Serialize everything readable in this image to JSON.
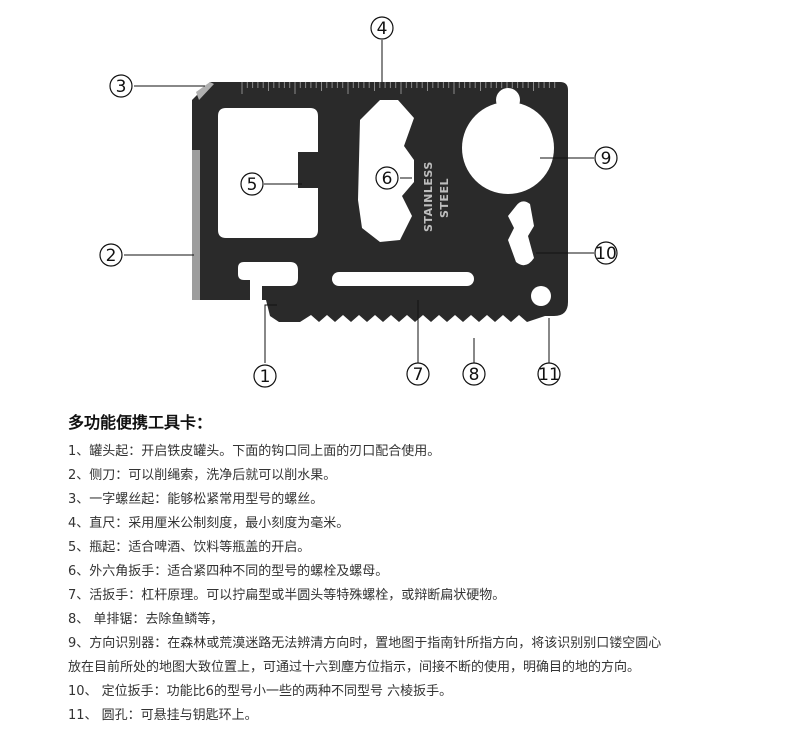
{
  "card": {
    "stamp_line1": "STAINLESS",
    "stamp_line2": "STEEL",
    "color": "#2b2b2b",
    "edge_color": "#9c9c9c"
  },
  "callouts": [
    "1",
    "2",
    "3",
    "4",
    "5",
    "6",
    "7",
    "8",
    "9",
    "10",
    "11"
  ],
  "description": {
    "heading": "多功能便携工具卡：",
    "lines": [
      "1、罐头起：开启铁皮罐头。下面的钩口同上面的刃口配合使用。",
      "2、侧刀：可以削绳索，洗净后就可以削水果。",
      "3、一字螺丝起：能够松紧常用型号的螺丝。",
      "4、直尺：采用厘米公制刻度，最小刻度为毫米。",
      "5、瓶起：适合啤酒、饮料等瓶盖的开启。",
      "6、外六角扳手：适合紧四种不同的型号的螺栓及螺母。",
      "7、活扳手：杠杆原理。可以拧扁型或半圆头等特殊螺栓，或辩断扁状硬物。",
      "8、 单排锯：去除鱼鳞等，",
      "9、方向识别器：在森林或荒漠迷路无法辨清方向时，置地图于指南针所指方向，将该识别别口镂空圆心",
      "放在目前所处的地图大致位置上，可通过十六到塵方位指示，间接不断的使用，明确目的地的方向。",
      "10、 定位扳手：功能比6的型号小一些的两种不同型号 六棱扳手。",
      "11、 圆孔：可悬挂与钥匙环上。"
    ]
  }
}
